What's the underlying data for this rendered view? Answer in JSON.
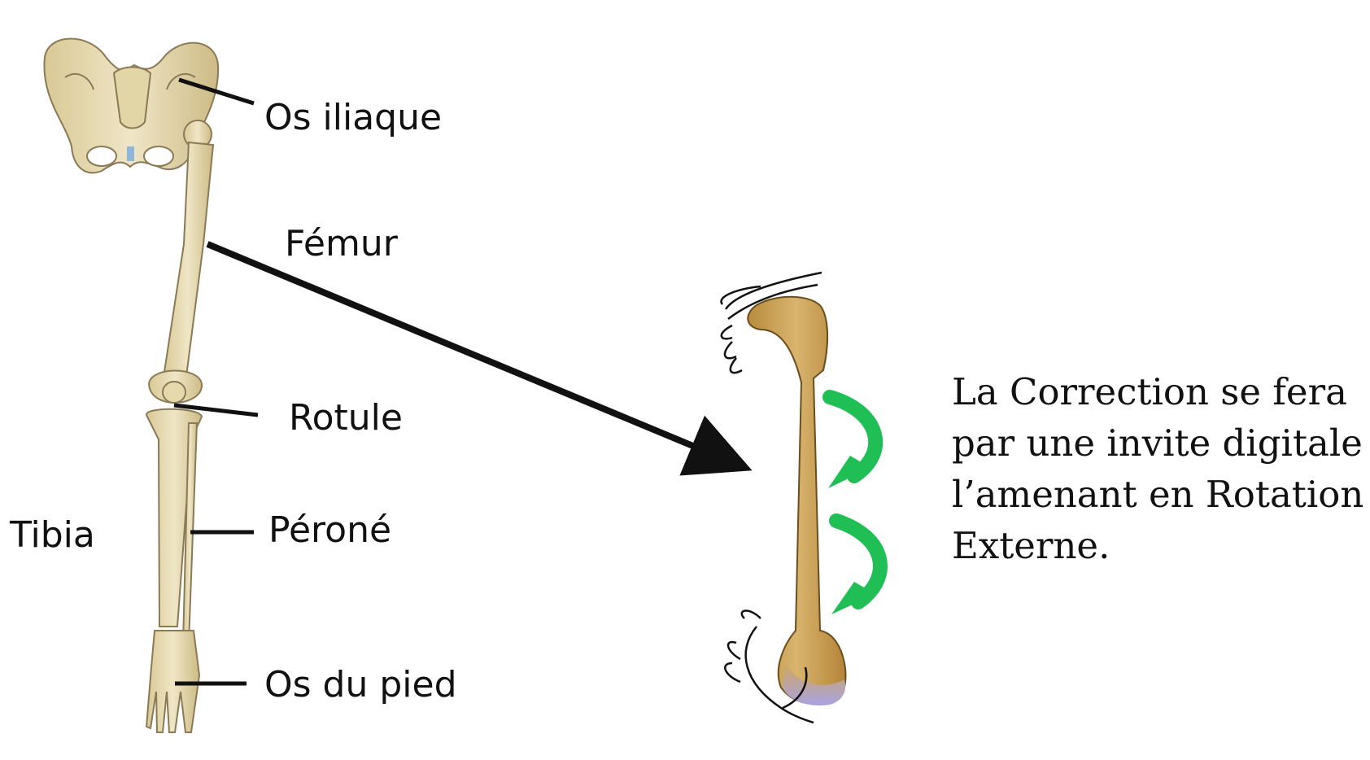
{
  "labels": {
    "os_iliaque": "Os iliaque",
    "femur": "Fémur",
    "rotule": "Rotule",
    "tibia": "Tibia",
    "perone": "Péroné",
    "os_du_pied": "Os du pied"
  },
  "description": {
    "lines": [
      "La Correction se fera",
      "par une invite digitale",
      "l’amenant en Rotation",
      "Externe."
    ]
  },
  "colors": {
    "bone": "#e8dcb4",
    "bone_outline": "#8a7a55",
    "femur_bone": "#c9a25a",
    "rotation_arrow": "#1fbf55",
    "pointer_line": "#111111"
  }
}
